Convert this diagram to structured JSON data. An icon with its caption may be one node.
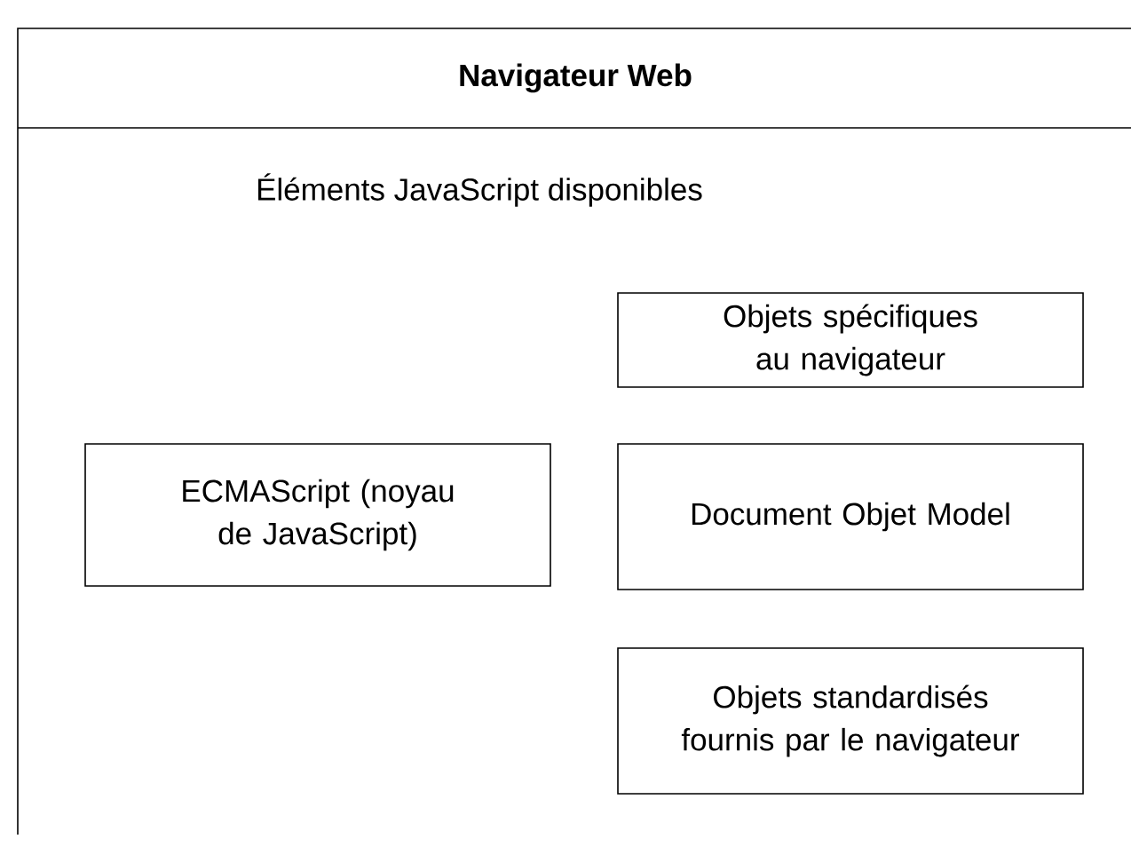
{
  "diagram": {
    "nodes": [
      {
        "text": [
          "Navigateur Web",
          "Éléments JavaScript disponibles"
        ]
      },
      {
        "text": [
          "Objets spécifiques au navigateur"
        ],
        "in": 0
      },
      {
        "text": [
          "ECMAScript (noyau de JavaScript)"
        ],
        "in": 0
      },
      {
        "text": [
          "Document Objet Model"
        ],
        "in": 0
      },
      {
        "text": [
          "Objets standardisés fournis par le navigateur"
        ],
        "in": 0
      }
    ],
    "edges": []
  }
}
